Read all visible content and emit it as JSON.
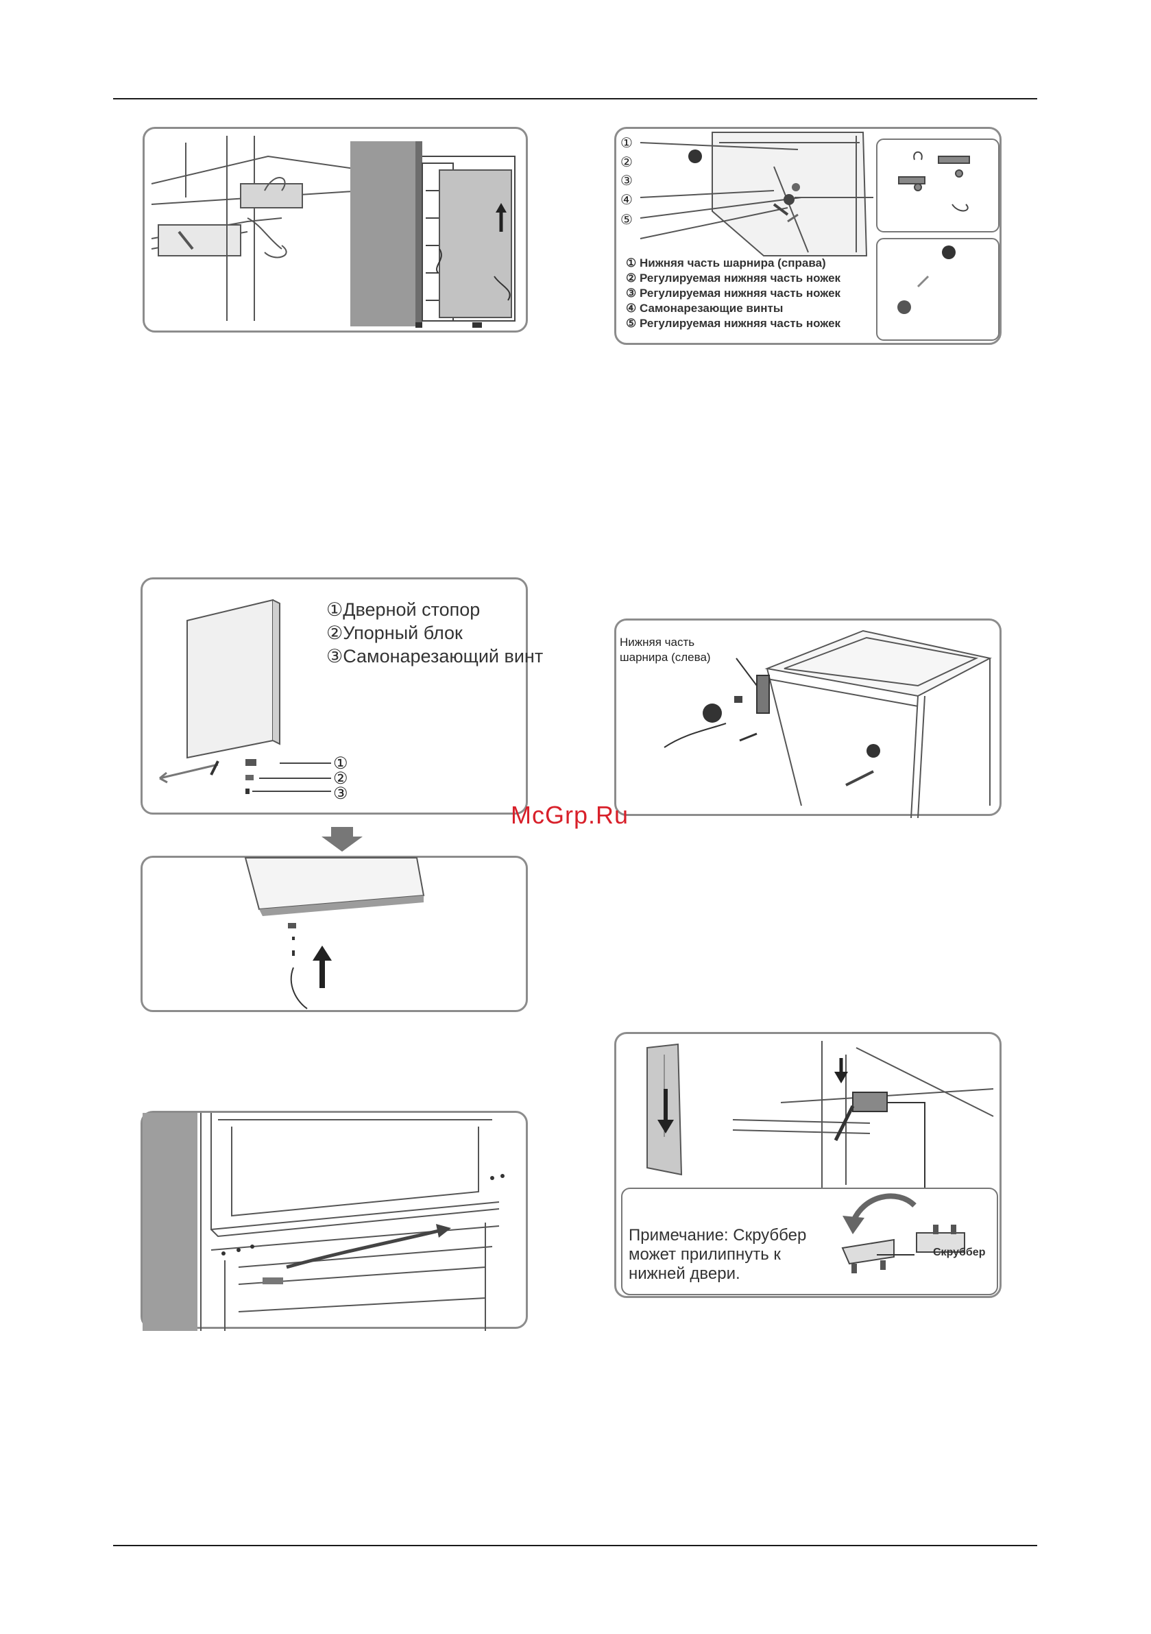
{
  "panel_top_right": {
    "legend": [
      "① Нижняя часть шарнира (справа)",
      "② Регулируемая нижняя часть ножек",
      "③ Регулируемая нижняя часть ножек",
      "④  Самонарезающие винты",
      "⑤ Регулируемая нижняя часть ножек"
    ],
    "callouts": [
      "①",
      "②",
      "③",
      "④",
      "⑤"
    ]
  },
  "panel_door_parts": {
    "legend": [
      "①Дверной стопор",
      "②Упорный блок",
      "③Самонарезающий винт"
    ],
    "callouts": [
      "①",
      "②",
      "③"
    ]
  },
  "panel_hinge_left": {
    "label_line1": "Нижняя часть",
    "label_line2": "шарнира (слева)"
  },
  "watermark": "McGrp.Ru",
  "panel_note": {
    "note_line1": "Примечание: Скруббер",
    "note_line2": "может прилипнуть к",
    "note_line3": "нижней двери.",
    "part_label": "Скруббер"
  }
}
